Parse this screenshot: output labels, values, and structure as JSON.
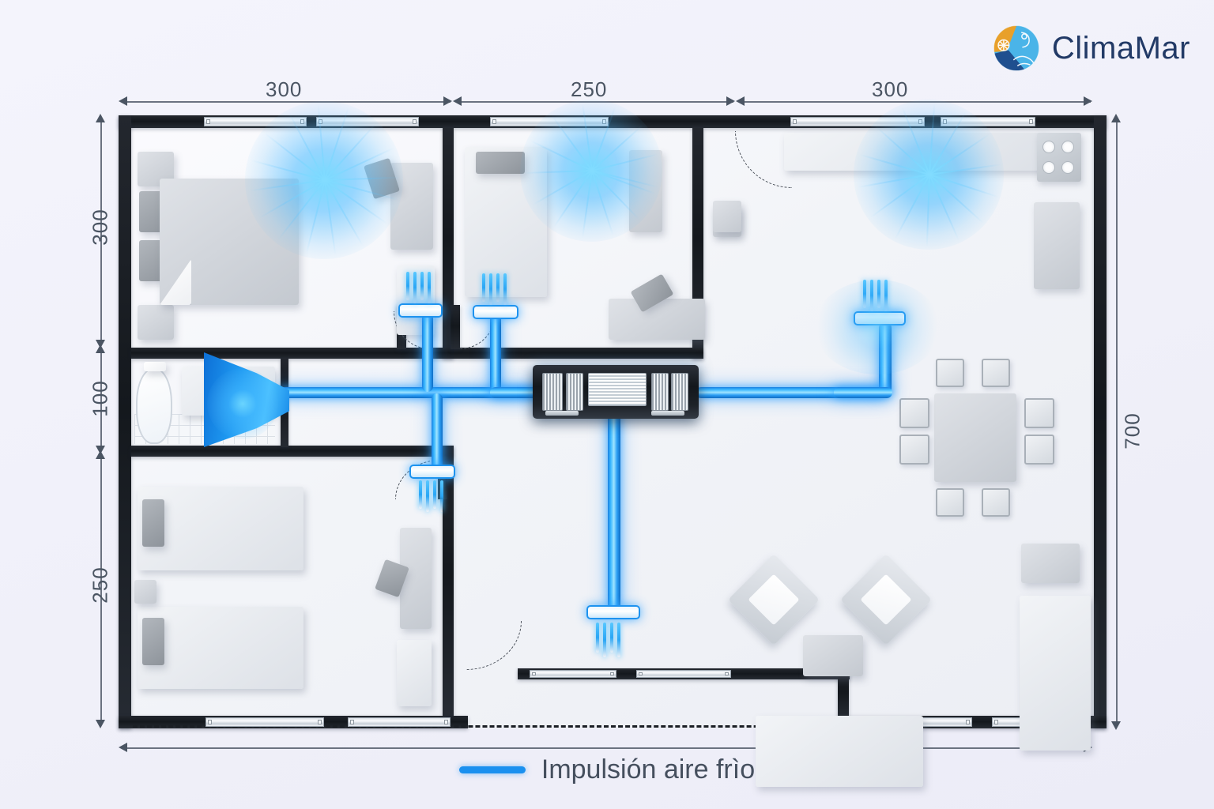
{
  "brand": {
    "name": "ClimaMar",
    "logo_icon": "climamar-circle-logo",
    "colors": {
      "orange": "#e8a02a",
      "light_blue": "#4ab4e8",
      "dark_blue": "#1f4f8f",
      "wordmark": "#223a66"
    }
  },
  "dimensions": {
    "top": [
      {
        "label": "300",
        "span_name": "bedroom-1-width"
      },
      {
        "label": "250",
        "span_name": "bedroom-2-width"
      },
      {
        "label": "300",
        "span_name": "living-kitchen-width"
      }
    ],
    "left": [
      {
        "label": "300",
        "span_name": "bedroom-1-depth"
      },
      {
        "label": "100",
        "span_name": "bathroom-corridor-depth"
      },
      {
        "label": "250",
        "span_name": "bedroom-3-depth"
      }
    ],
    "right": [
      {
        "label": "700",
        "span_name": "total-depth"
      }
    ]
  },
  "legend": {
    "label": "Impulsión aire frìo",
    "swatch_color": "#1a90ef"
  },
  "plan": {
    "duct_color": "#1a90ef",
    "duct_highlight": "#9fe4ff",
    "wall_color": "#16191f",
    "floor_color": "#f2f4f8",
    "equipment": {
      "air_handler_name": "air-handling-unit",
      "diffusers": [
        "diffuser-bedroom-1",
        "diffuser-bedroom-2",
        "diffuser-bedroom-3",
        "diffuser-terrace-branch",
        "diffuser-dining"
      ],
      "plenum": "bathroom-supply-plenum"
    },
    "rooms": [
      {
        "name": "bedroom-main"
      },
      {
        "name": "bedroom-secondary"
      },
      {
        "name": "bathroom"
      },
      {
        "name": "bedroom-twin"
      },
      {
        "name": "kitchen-dining"
      },
      {
        "name": "living-room"
      },
      {
        "name": "terrace"
      }
    ]
  }
}
